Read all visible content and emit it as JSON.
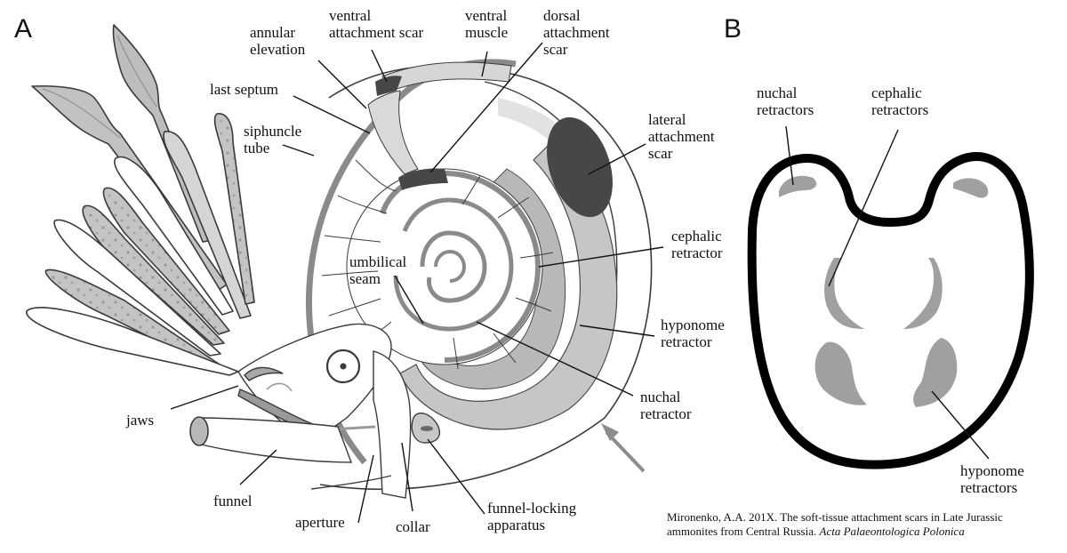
{
  "figure": {
    "panels": [
      {
        "letter": "A",
        "subject": "ammonite soft-body reconstruction (lateral view)",
        "labels": {
          "annular_elevation": "annular\nelevation",
          "ventral_attachment_scar": "ventral\nattachment scar",
          "ventral_muscle": "ventral\nmuscle",
          "dorsal_attachment_scar": "dorsal\nattachment\nscar",
          "last_septum": "last septum",
          "siphuncle_tube": "siphuncle\ntube",
          "lateral_attachment_scar": "lateral\nattachment\nscar",
          "cephalic_retractor": "cephalic\nretractor",
          "umbilical_seam": "umbilical\nseam",
          "hyponome_retractor": "hyponome\nretractor",
          "nuchal_retractor": "nuchal\nretractor",
          "jaws": "jaws",
          "funnel": "funnel",
          "aperture": "aperture",
          "collar": "collar",
          "funnel_locking_apparatus": "funnel-locking\napparatus"
        }
      },
      {
        "letter": "B",
        "subject": "muscle scar layout (cross-section)",
        "labels": {
          "nuchal_retractors": "nuchal\nretractors",
          "cephalic_retractors": "cephalic\nretractors",
          "hyponome_retractors": "hyponome\nretractors"
        }
      }
    ],
    "caption": {
      "authors": "Mironenko, A.A. 201X.",
      "title": " The soft-tissue attachment scars in Late Jurassic",
      "title_cont": "ammonites from Central Russia. ",
      "journal": "Acta Palaeontologica Polonica"
    },
    "colors": {
      "outline": "#3a3a3a",
      "dark_scar": "#4a4a4a",
      "mid_gray_band": "#8a8a8a",
      "light_band": "#c8c8c8",
      "pale_band": "#e0e0e0",
      "arrow": "#8c8c8c",
      "panel_b_outline": "#000000",
      "panel_b_scar": "#a0a0a0"
    }
  }
}
